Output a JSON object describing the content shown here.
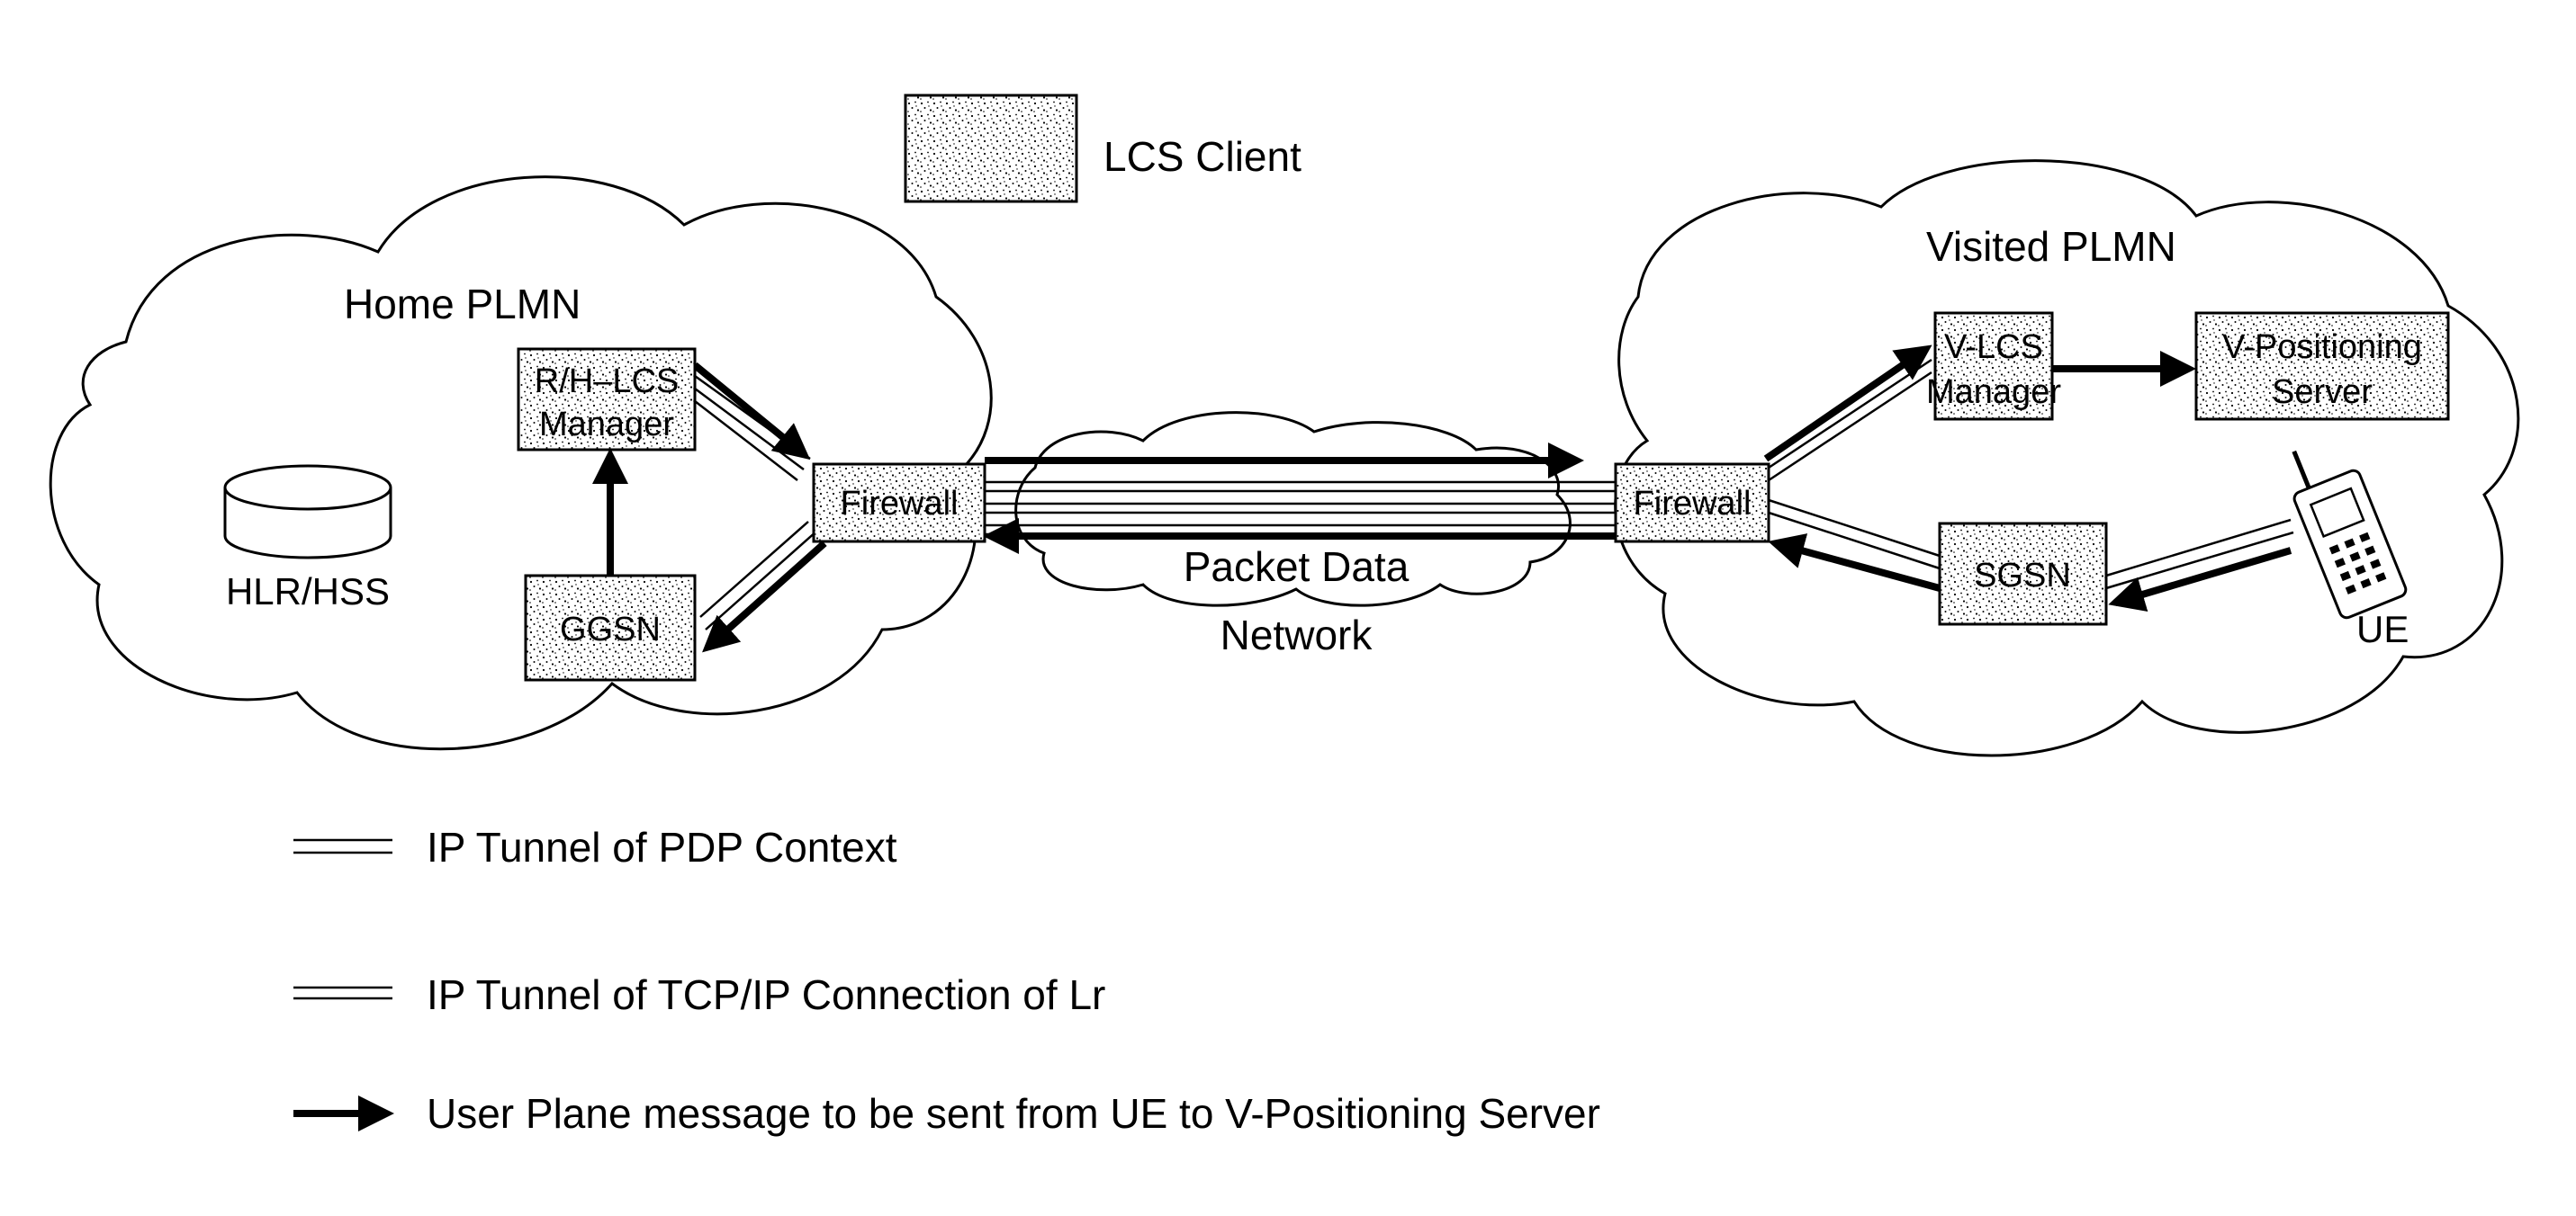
{
  "top_client": {
    "label": "LCS Client"
  },
  "home": {
    "title": "Home PLMN",
    "hlr": "HLR/HSS",
    "rh_lcs": {
      "line1": "R/H–LCS",
      "line2": "Manager"
    },
    "ggsn": "GGSN",
    "firewall": "Firewall"
  },
  "network": {
    "line1": "Packet Data",
    "line2": "Network"
  },
  "visited": {
    "title": "Visited PLMN",
    "firewall": "Firewall",
    "v_lcs": {
      "line1": "V-LCS",
      "line2": "Manager"
    },
    "v_pos": {
      "line1": "V-Positioning",
      "line2": "Server"
    },
    "sgsn": "SGSN",
    "ue": "UE"
  },
  "legend": [
    {
      "label": "IP Tunnel of PDP Context"
    },
    {
      "label": "IP Tunnel of TCP/IP Connection of Lr"
    },
    {
      "label": "User Plane message to be sent from UE to V-Positioning Server"
    }
  ]
}
